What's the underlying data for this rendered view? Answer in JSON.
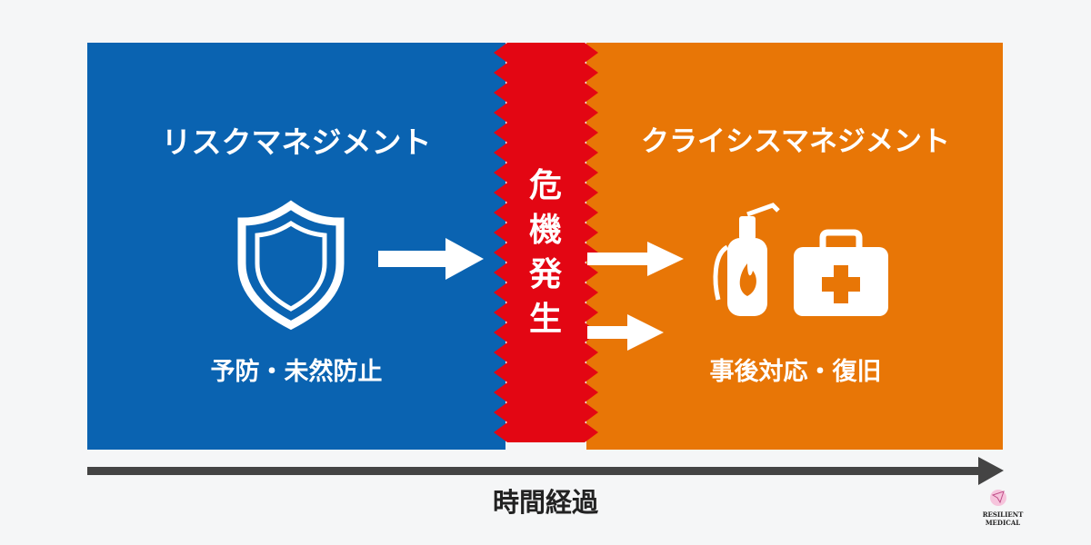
{
  "left": {
    "title": "リスクマネジメント",
    "caption": "予防・未然防止",
    "icon": "shield-icon"
  },
  "center": {
    "label": "危機発生"
  },
  "right": {
    "title": "クライシスマネジメント",
    "caption": "事後対応・復旧",
    "icons": [
      "fire-extinguisher-icon",
      "first-aid-kit-icon"
    ]
  },
  "timeline": {
    "label": "時間経過"
  },
  "logo": {
    "text": "RESILIENT MEDICAL"
  },
  "colors": {
    "blue": "#0a63b1",
    "red": "#e30613",
    "orange": "#e87606",
    "timeline": "#444444"
  }
}
